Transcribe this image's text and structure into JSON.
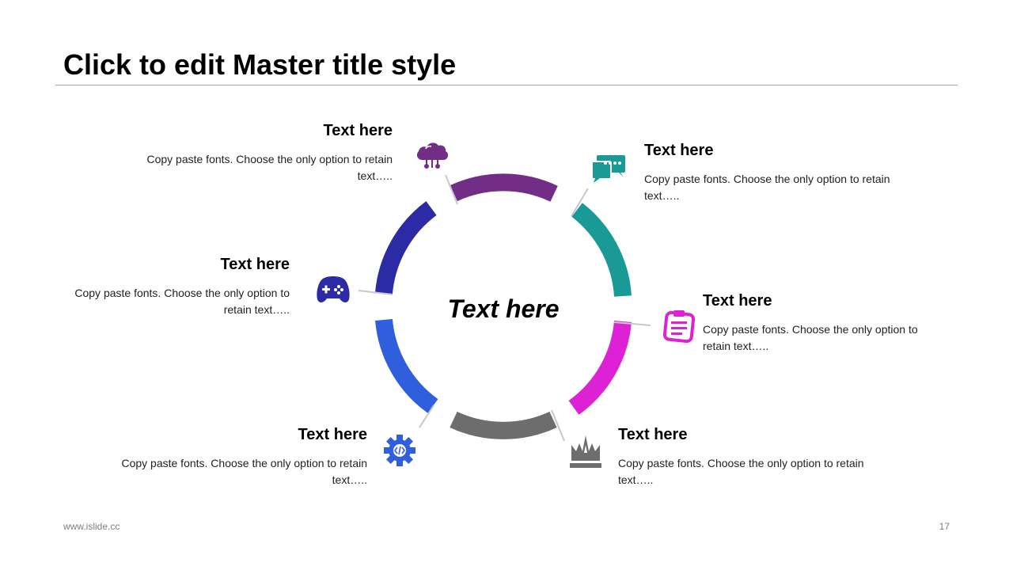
{
  "title": "Click to edit Master title style",
  "center_label": "Text here",
  "footer": {
    "website": "www.islide.cc",
    "page_number": "17"
  },
  "colors": {
    "top": "#722e87",
    "top_right": "#1a9a96",
    "bottom_right": "#dc22d4",
    "bottom": "#6d6d6d",
    "bottom_left": "#2f5fdc",
    "top_left": "#2d2aa6",
    "connector": "#c8c8c8"
  },
  "items": [
    {
      "position": "top",
      "heading": "Text here",
      "body": "Copy paste fonts. Choose the only option to retain text…..",
      "icon": "cloud-computing-icon"
    },
    {
      "position": "top-right",
      "heading": "Text here",
      "body": "Copy paste fonts. Choose the only option to retain text…..",
      "icon": "chat-bubble-icon"
    },
    {
      "position": "right",
      "heading": "Text here",
      "body": "Copy paste fonts. Choose the only option to retain text…..",
      "icon": "clipboard-icon"
    },
    {
      "position": "bottom-right",
      "heading": "Text here",
      "body": "Copy paste fonts. Choose the only option to retain text…..",
      "icon": "crown-icon"
    },
    {
      "position": "bottom-left",
      "heading": "Text here",
      "body": "Copy paste fonts. Choose the only option to retain text…..",
      "icon": "code-gear-icon"
    },
    {
      "position": "left",
      "heading": "Text here",
      "body": "Copy paste fonts. Choose the only option to retain text…..",
      "icon": "gamepad-icon"
    }
  ]
}
